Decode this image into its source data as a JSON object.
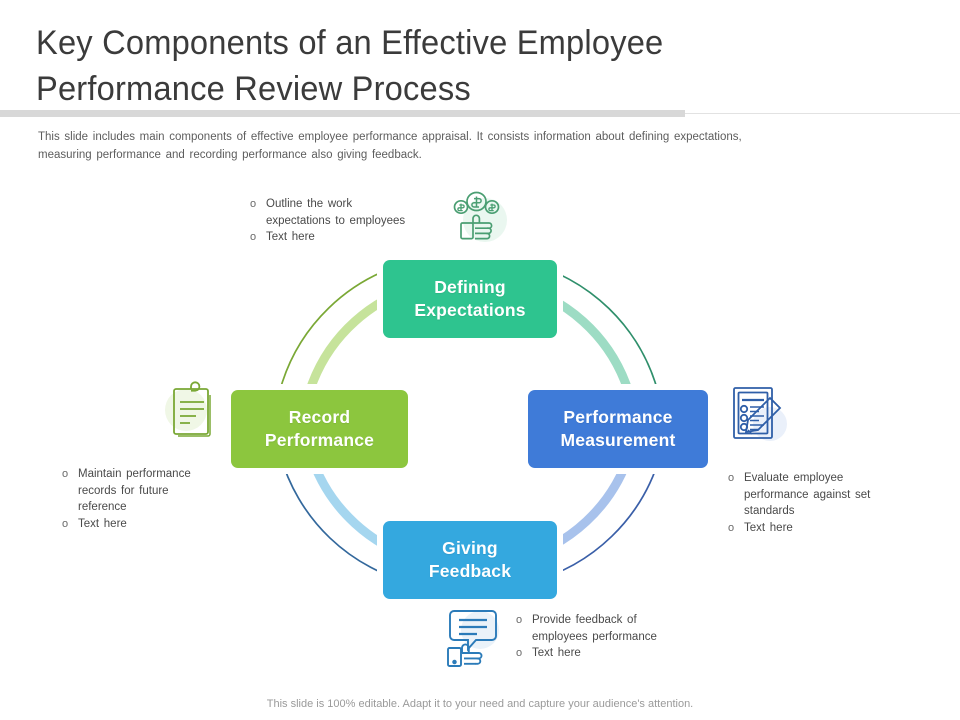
{
  "slide": {
    "title": "Key Components of an Effective Employee\nPerformance Review Process",
    "subtitle": "This slide includes main components of effective  employee performance  appraisal. It consists information  about defining  expectations,\nmeasuring  performance  and recording  performance  also giving feedback.",
    "footer": "This slide is 100% editable. Adapt it to your need and capture your audience's attention."
  },
  "colors": {
    "defining_green": "#2ec48f",
    "measurement_blue": "#3f7bd8",
    "feedback_blue": "#34a8df",
    "record_green": "#8cc63e",
    "title_gray": "#3b3b3b",
    "body_gray": "#4a4a4a",
    "footer_gray": "#9a9a9a",
    "rule_gray": "#d8d8d8"
  },
  "cycle": {
    "boxes": [
      {
        "id": "defining",
        "label": "Defining\nExpectations",
        "color": "#2ec48f",
        "position": "top"
      },
      {
        "id": "measurement",
        "label": "Performance\nMeasurement",
        "color": "#3f7bd8",
        "position": "right"
      },
      {
        "id": "feedback",
        "label": "Giving\nFeedback",
        "color": "#34a8df",
        "position": "bottom"
      },
      {
        "id": "record",
        "label": "Record\nPerformance",
        "color": "#8cc63e",
        "position": "left"
      }
    ],
    "arrows": [
      {
        "id": "top-right",
        "from": "defining",
        "to": "measurement",
        "color": "#2ec48f",
        "band_color": "#9ddcc4"
      },
      {
        "id": "bottom-right",
        "from": "measurement",
        "to": "feedback",
        "color": "#3f7bd8",
        "band_color": "#a8c2ec"
      },
      {
        "id": "bottom-left",
        "from": "feedback",
        "to": "record",
        "color": "#34a8df",
        "band_color": "#a5d6ef"
      },
      {
        "id": "top-left",
        "from": "record",
        "to": "defining",
        "color": "#8cc63e",
        "band_color": "#c6e39b"
      }
    ]
  },
  "callouts": [
    {
      "id": "defining",
      "icon": "money-thumbs-up-icon",
      "icon_color": "#4a9e72",
      "bullets": [
        "Outline the work\nexpectations to employees",
        "Text here"
      ]
    },
    {
      "id": "measurement",
      "icon": "checklist-pencil-icon",
      "icon_color": "#2f5fa8",
      "bullets": [
        "Evaluate  employee\nperformance  against set\nstandards",
        "Text here"
      ]
    },
    {
      "id": "feedback",
      "icon": "speech-bubble-thumbs-up-icon",
      "icon_color": "#2b7bb9",
      "bullets": [
        "Provide  feedback of\nemployees  performance",
        "Text here"
      ]
    },
    {
      "id": "record",
      "icon": "clipboard-notes-icon",
      "icon_color": "#7aa835",
      "bullets": [
        "Maintain  performance\nrecords  for future\nreference",
        "Text here"
      ]
    }
  ],
  "bullet_marker": "o"
}
